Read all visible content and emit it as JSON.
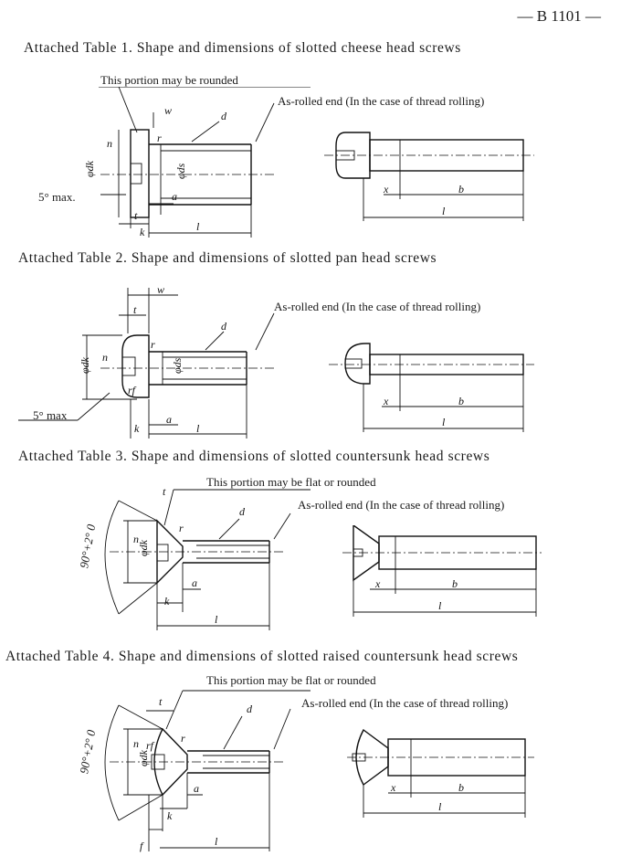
{
  "page_header": "— B 1101 —",
  "tables": [
    {
      "title": "Attached Table 1.  Shape and dimensions of slotted cheese head screws",
      "note_top": "This portion may be rounded",
      "note_end": "As-rolled end (In the case of thread rolling)",
      "note_angle": "5° max.",
      "dims_left": {
        "w": "w",
        "d": "d",
        "dk": "φdk",
        "n": "n",
        "ds": "φds",
        "r": "r",
        "a": "a",
        "t": "t",
        "k": "k",
        "l": "l"
      },
      "dims_right": {
        "x": "x",
        "b": "b",
        "l": "l"
      }
    },
    {
      "title": "Attached Table 2.  Shape and dimensions of slotted pan head screws",
      "note_end": "As-rolled end (In the case of thread rolling)",
      "note_angle": "5° max",
      "dims_left": {
        "w": "w",
        "t": "t",
        "d": "d",
        "dk": "φdk",
        "n": "n",
        "ds": "φds",
        "r": "r",
        "rf": "rf",
        "a": "a",
        "k": "k",
        "l": "l"
      },
      "dims_right": {
        "x": "x",
        "b": "b",
        "l": "l"
      }
    },
    {
      "title": "Attached Table 3.  Shape and dimensions of slotted countersunk head screws",
      "note_top": "This portion may be flat or rounded",
      "note_end": "As-rolled end (In the case of thread rolling)",
      "angle": "90°+2° 0",
      "dims_left": {
        "t": "t",
        "d": "d",
        "dk": "φdk",
        "n": "n",
        "r": "r",
        "a": "a",
        "k": "k",
        "l": "l"
      },
      "dims_right": {
        "x": "x",
        "b": "b",
        "l": "l"
      }
    },
    {
      "title": "Attached Table 4.  Shape and dimensions of slotted raised countersunk head screws",
      "note_top": "This portion may be flat or rounded",
      "note_end": "As-rolled end  (In the case of thread rolling)",
      "angle": "90°+2° 0",
      "dims_left": {
        "t": "t",
        "d": "d",
        "dk": "φdk",
        "n": "n",
        "rf": "rf",
        "r": "r",
        "a": "a",
        "k": "k",
        "f": "f",
        "l": "l"
      },
      "dims_right": {
        "x": "x",
        "b": "b",
        "l": "l"
      }
    }
  ]
}
